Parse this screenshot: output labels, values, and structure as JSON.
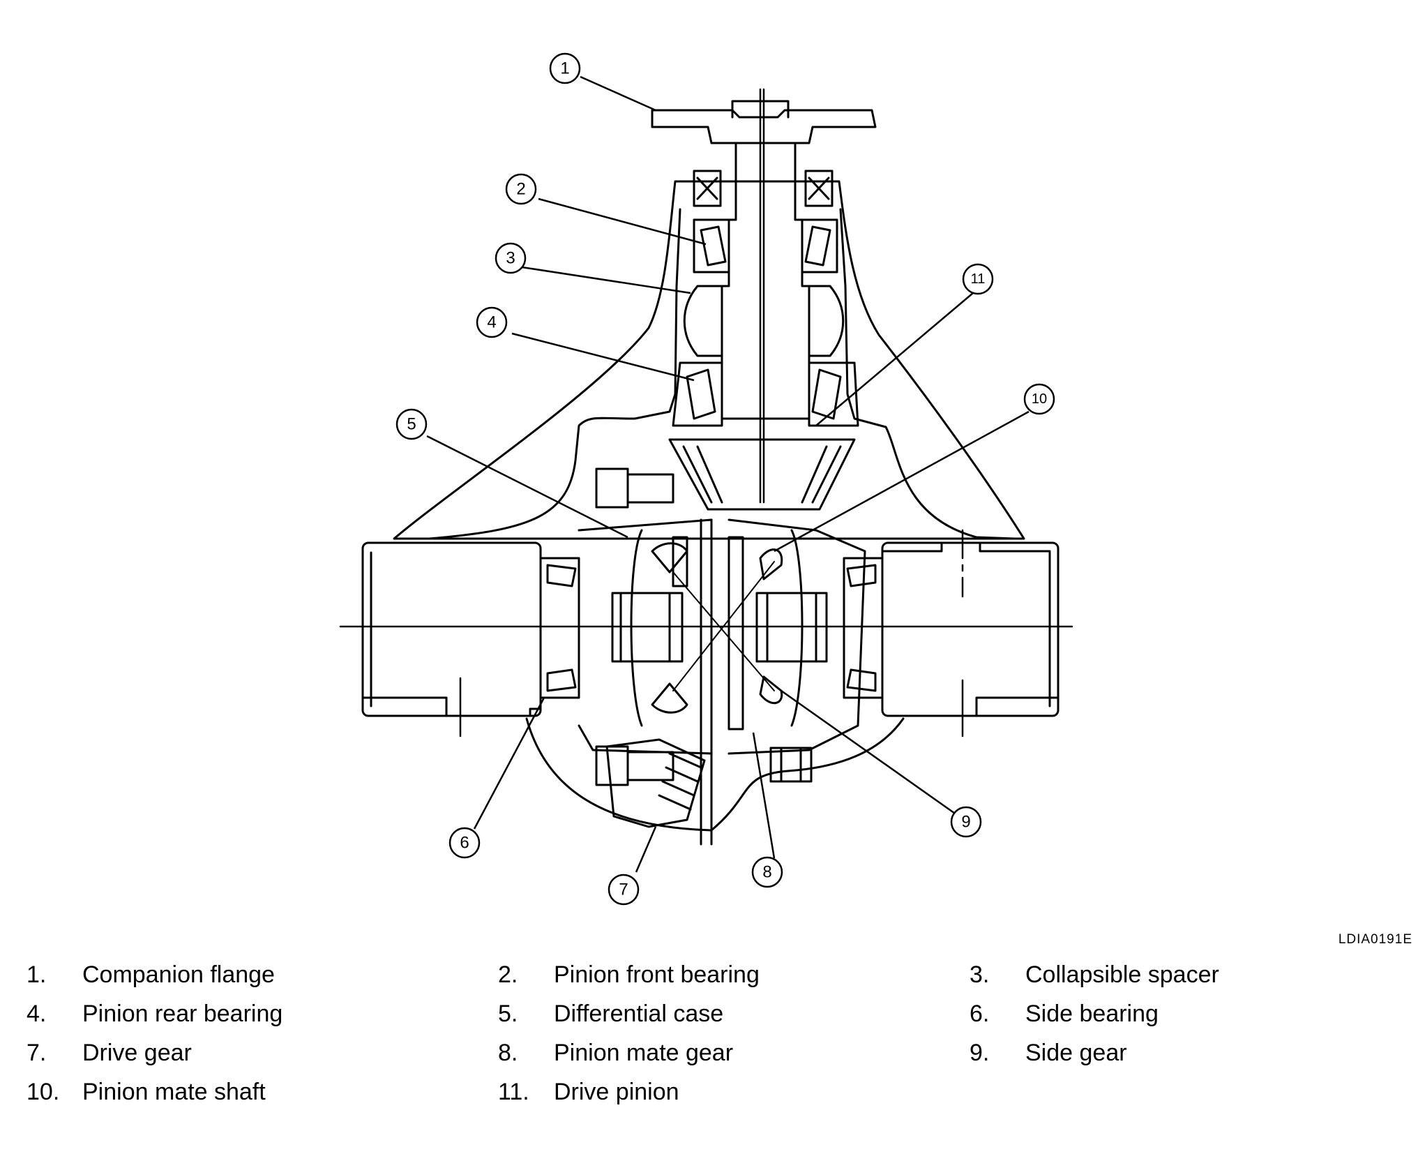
{
  "figure": {
    "reference_code": "LDIA0191E",
    "callouts": [
      "1",
      "2",
      "3",
      "4",
      "5",
      "6",
      "7",
      "8",
      "9",
      "10",
      "11"
    ]
  },
  "legend": [
    {
      "num": "1.",
      "label": "Companion flange"
    },
    {
      "num": "2.",
      "label": "Pinion front bearing"
    },
    {
      "num": "3.",
      "label": "Collapsible spacer"
    },
    {
      "num": "4.",
      "label": "Pinion rear bearing"
    },
    {
      "num": "5.",
      "label": "Differential case"
    },
    {
      "num": "6.",
      "label": "Side bearing"
    },
    {
      "num": "7.",
      "label": "Drive gear"
    },
    {
      "num": "8.",
      "label": "Pinion mate gear"
    },
    {
      "num": "9.",
      "label": "Side gear"
    },
    {
      "num": "10.",
      "label": "Pinion mate shaft"
    },
    {
      "num": "11.",
      "label": "Drive pinion"
    }
  ]
}
